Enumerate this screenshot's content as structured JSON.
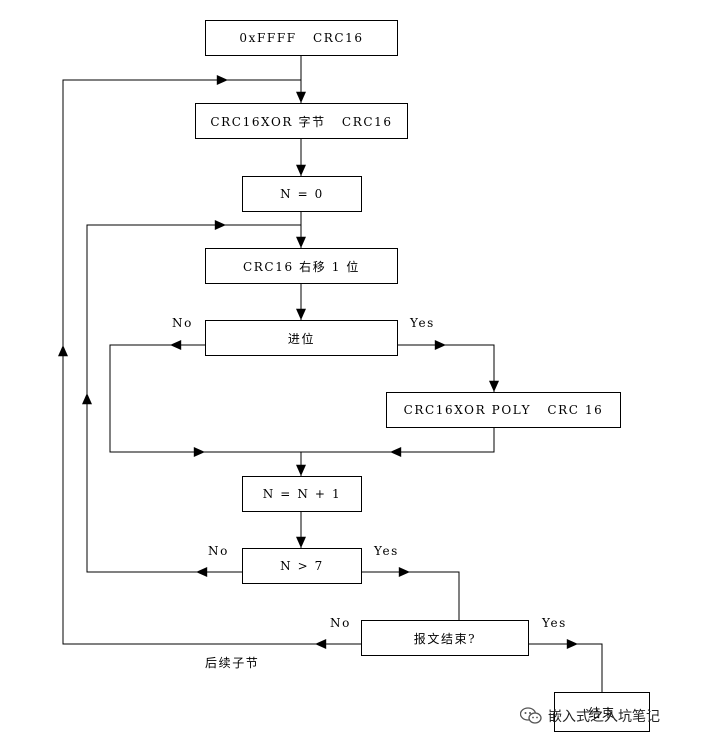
{
  "diagram": {
    "nodes": {
      "init": "0xFFFF   CRC16",
      "xor_byte": "CRC16XOR 字节   CRC16",
      "n_zero": "N = 0",
      "shift": "CRC16 右移 1 位",
      "carry": "进位",
      "xor_poly": "CRC16XOR POLY   CRC 16",
      "n_inc": "N = N + 1",
      "n_gt7": "N > 7",
      "msg_end": "报文结束?",
      "end": "结束"
    },
    "labels": {
      "carry_no": "No",
      "carry_yes": "Yes",
      "ngt7_no": "No",
      "ngt7_yes": "Yes",
      "msg_no": "No",
      "msg_yes": "Yes",
      "next_byte": "后续子节"
    }
  },
  "watermark": {
    "text": "嵌入式之入坑笔记",
    "icon": "wechat-icon"
  }
}
